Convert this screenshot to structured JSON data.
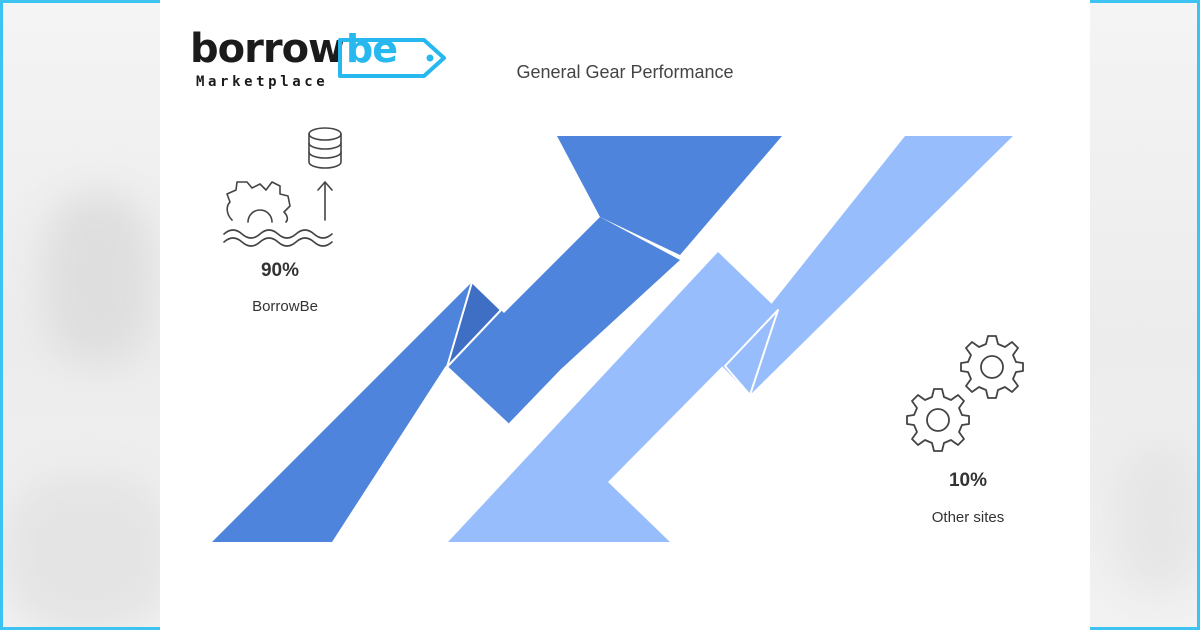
{
  "logo": {
    "word": "borrow",
    "tag": "be",
    "subtitle": "Marketplace"
  },
  "chart_title": "General Gear Performance",
  "items": [
    {
      "percent": "90%",
      "label": "BorrowBe",
      "icon": "gear-water-database-arrow-icon",
      "color": "#4f84dc"
    },
    {
      "percent": "10%",
      "label": "Other sites",
      "icon": "two-gears-icon",
      "color": "#97bdfc"
    }
  ],
  "colors": {
    "accent": "#3dc3f2",
    "primary_arrow": "#4f84dc",
    "secondary_arrow": "#97bdfc"
  }
}
